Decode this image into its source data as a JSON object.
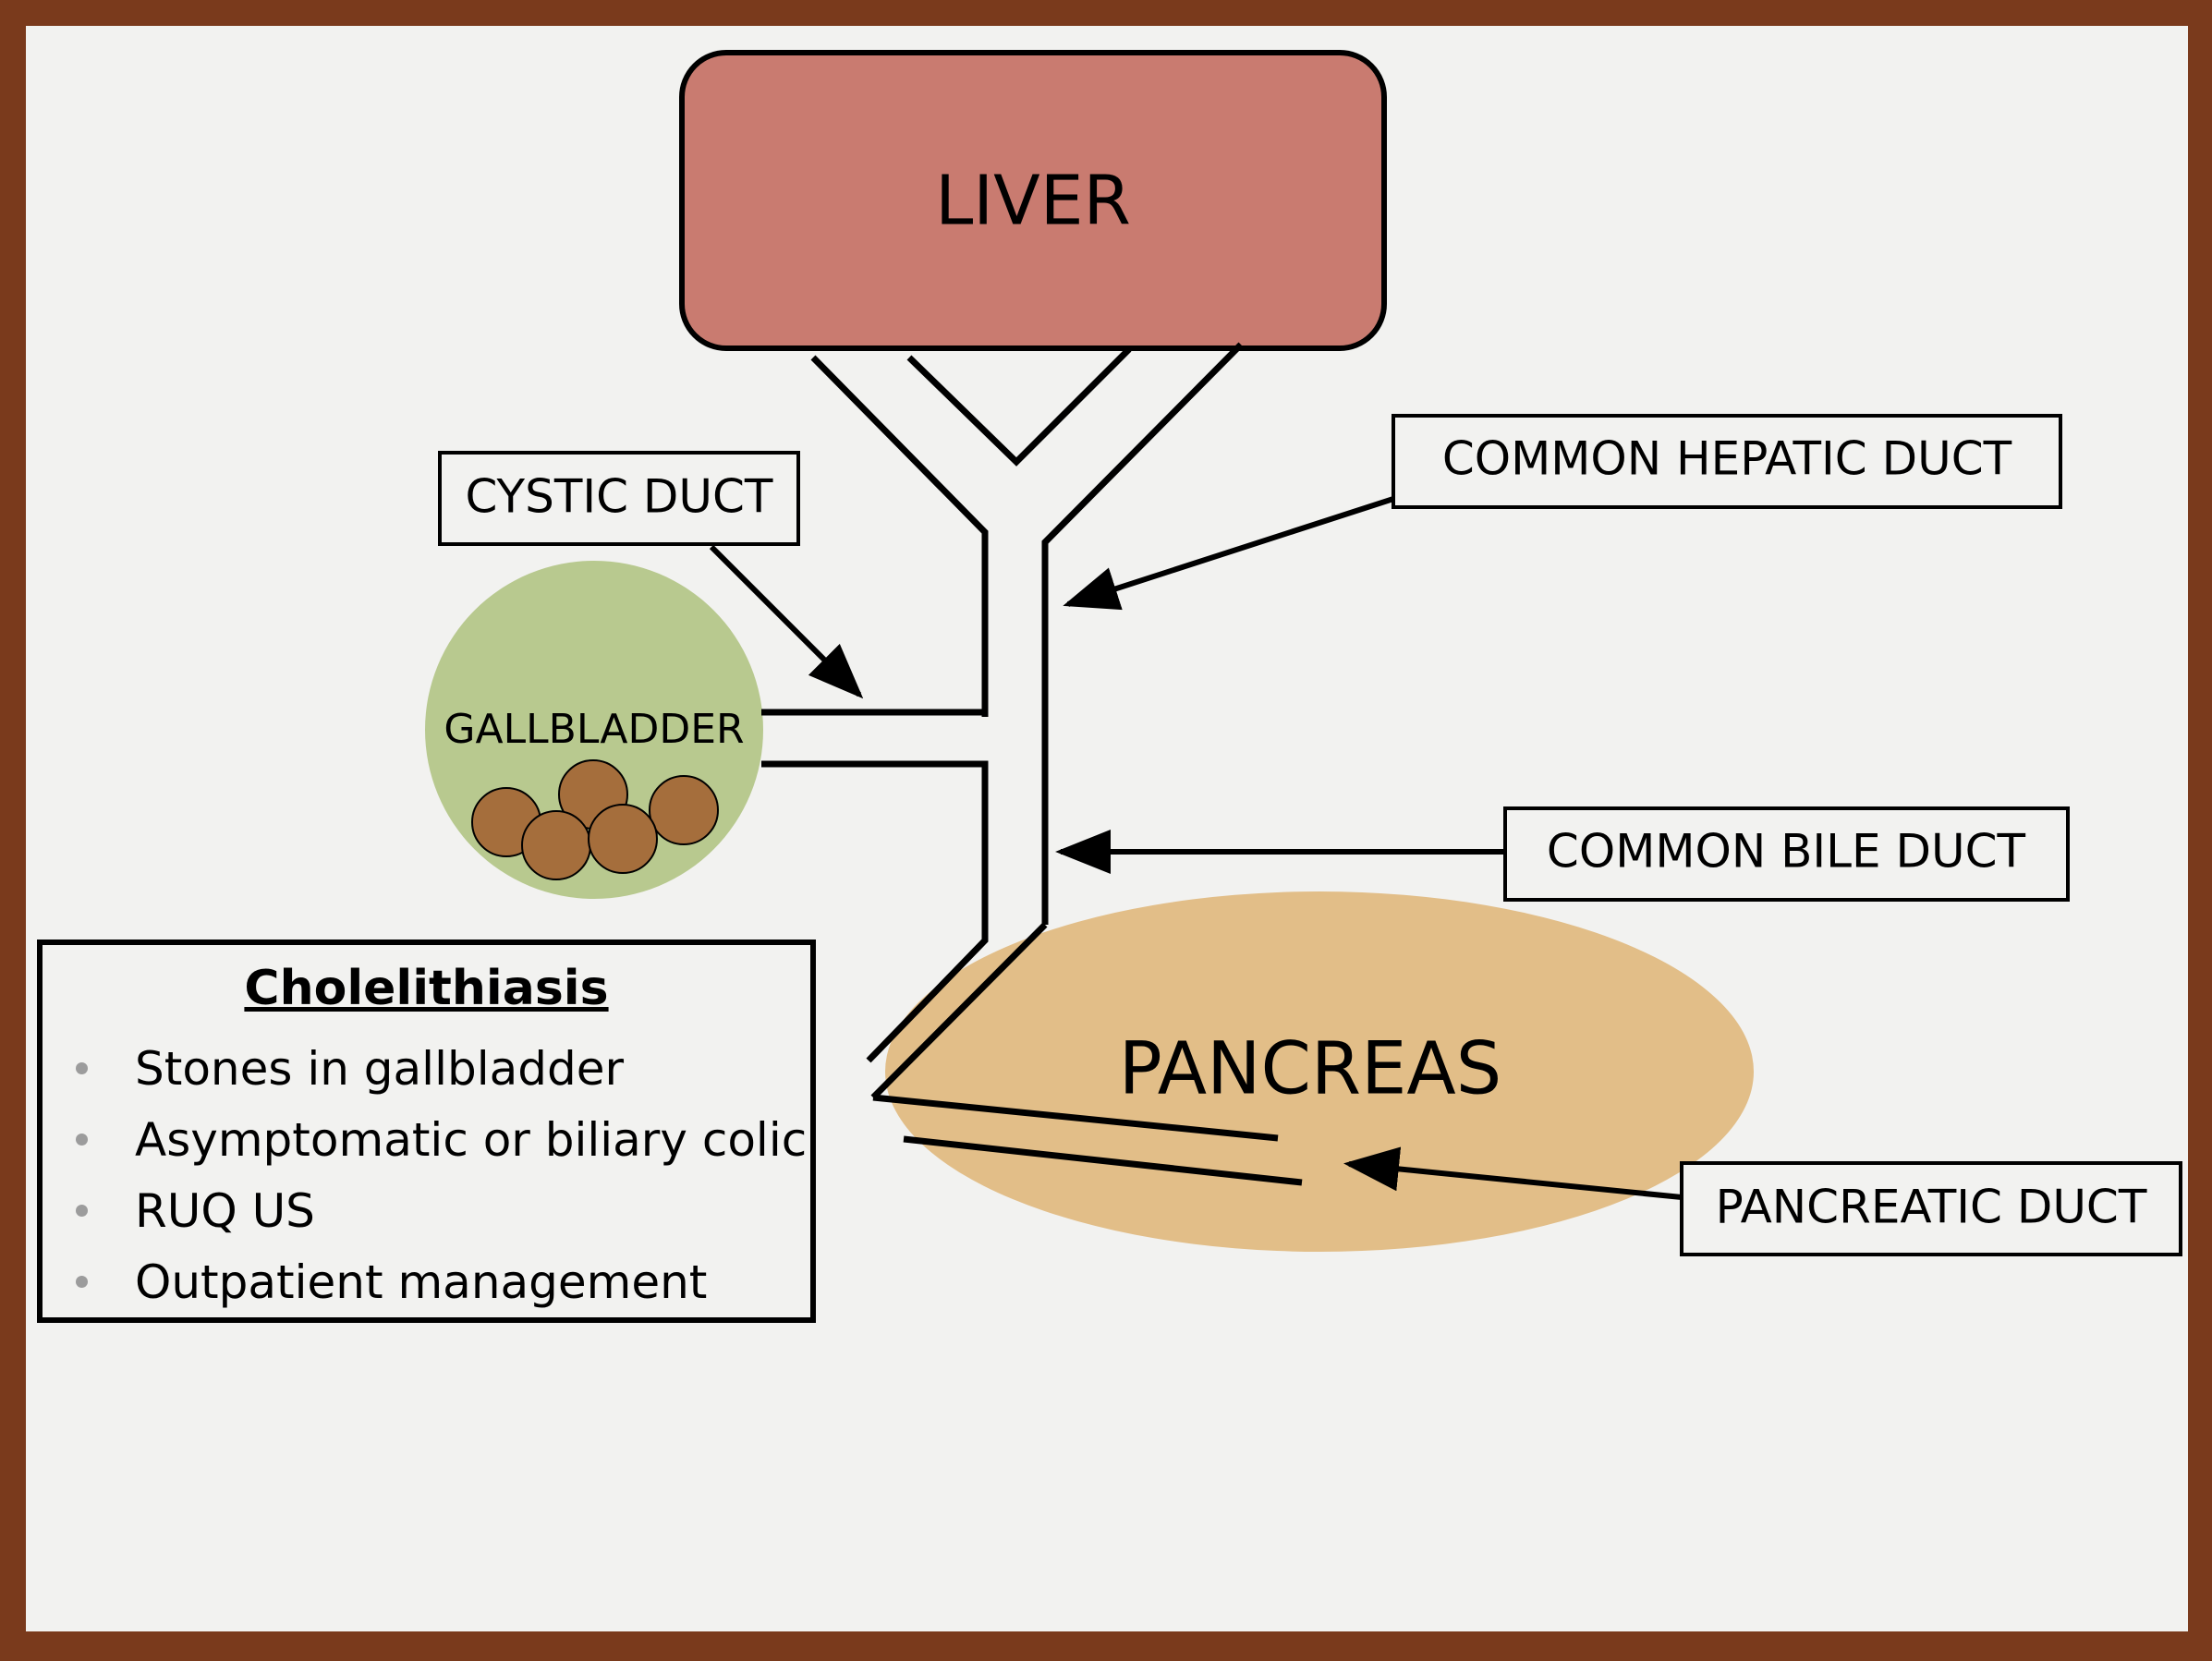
{
  "organs": {
    "liver": "LIVER",
    "gallbladder": "GALLBLADDER",
    "pancreas": "PANCREAS"
  },
  "labels": {
    "cystic_duct": "CYSTIC DUCT",
    "common_hepatic_duct": "COMMON HEPATIC DUCT",
    "common_bile_duct": "COMMON BILE DUCT",
    "pancreatic_duct": "PANCREATIC DUCT"
  },
  "legend": {
    "title": "Cholelithiasis",
    "items": [
      "Stones in gallbladder",
      "Asymptomatic or biliary colic",
      "RUQ US",
      "Outpatient management"
    ]
  },
  "colors": {
    "liver": "#c97b70",
    "gallbladder": "#b8c98f",
    "stones": "#a56e3c",
    "pancreas": "#e2be88",
    "slide_background": "#f2f2f0",
    "frame": "#7a3a1c"
  }
}
